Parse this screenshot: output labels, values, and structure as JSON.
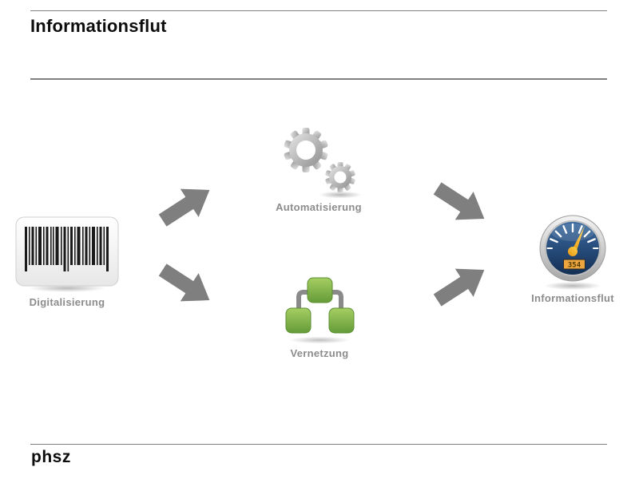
{
  "slide": {
    "title": "Informationsflut",
    "footer": {
      "logo_text": "phsz"
    }
  },
  "diagram": {
    "nodes": [
      {
        "id": "digitalisierung",
        "label": "Digitalisierung",
        "icon": "barcode-icon"
      },
      {
        "id": "automatisierung",
        "label": "Automatisierung",
        "icon": "gears-icon"
      },
      {
        "id": "vernetzung",
        "label": "Vernetzung",
        "icon": "network-icon"
      },
      {
        "id": "informationsflut",
        "label": "Informationsflut",
        "icon": "speedometer-icon"
      }
    ],
    "arrows": [
      {
        "from": "digitalisierung",
        "to": "automatisierung",
        "direction": "up-right"
      },
      {
        "from": "digitalisierung",
        "to": "vernetzung",
        "direction": "down-right"
      },
      {
        "from": "automatisierung",
        "to": "informationsflut",
        "direction": "down-right"
      },
      {
        "from": "vernetzung",
        "to": "informationsflut",
        "direction": "up-right"
      }
    ],
    "speedometer": {
      "display_value": "354"
    }
  },
  "colors": {
    "background": "#ffffff",
    "title_text": "#0d0d0d",
    "label_text": "#8c8c8c",
    "rule_line": "#7f7f7f",
    "arrow": "#7f7f7f",
    "node_green": "#76ad41",
    "connector_gray": "#8a8a8a",
    "gauge_blue": "#1e3f6d",
    "gauge_needle": "#f0a81c",
    "gauge_display_bg": "#eda63f",
    "gear_gray": "#b5b5b5",
    "barcode_black": "#1a1a1a"
  }
}
